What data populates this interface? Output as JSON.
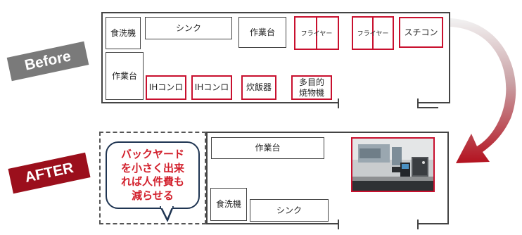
{
  "before": {
    "label": "Before",
    "label_color": "#7a7a7a",
    "equipment": {
      "dishwasher": "食洗機",
      "sink": "シンク",
      "worktable_top": "作業台",
      "fryer_1": "フライヤー",
      "fryer_2": "フライヤー",
      "steam_convection": "スチコン",
      "worktable_left": "作業台",
      "ih_stove_1": "IHコンロ",
      "ih_stove_2": "IHコンロ",
      "rice_cooker": "炊飯器",
      "multi_cooker_line1": "多目的",
      "multi_cooker_line2": "焼物機"
    }
  },
  "after": {
    "label": "AFTER",
    "label_color": "#9b0f1c",
    "callout_lines": [
      "バックヤード",
      "を小さく出来",
      "れば人件費も",
      "減らせる"
    ],
    "equipment": {
      "worktable": "作業台",
      "dishwasher": "食洗機",
      "sink": "シンク"
    },
    "photo_icon": "combi-oven-photo"
  },
  "colors": {
    "accent_red": "#c8102e",
    "arrow_red": "#b3121f",
    "callout_border": "#1f3552",
    "callout_text": "#d21f2b"
  },
  "icons": [
    "curved-arrow-icon"
  ]
}
